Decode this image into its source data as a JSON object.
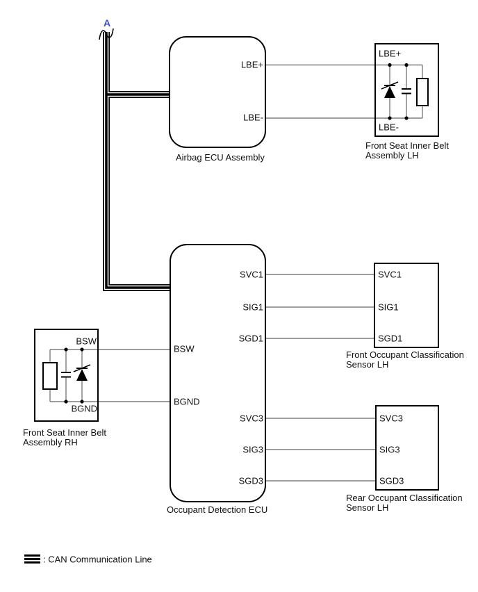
{
  "colors": {
    "outline": "#000000",
    "wire": "#7d7d7d",
    "connector_label": "#3b4fc0"
  },
  "connector": {
    "label": "A"
  },
  "airbag_ecu": {
    "caption": "Airbag ECU Assembly",
    "pin_lbe_plus": "LBE+",
    "pin_lbe_minus": "LBE-"
  },
  "occupant_ecu": {
    "caption": "Occupant Detection ECU",
    "pin_svc1": "SVC1",
    "pin_sig1": "SIG1",
    "pin_sgd1": "SGD1",
    "pin_bsw": "BSW",
    "pin_bgnd": "BGND",
    "pin_svc3": "SVC3",
    "pin_sig3": "SIG3",
    "pin_sgd3": "SGD3"
  },
  "lh_belt": {
    "caption_line1": "Front Seat Inner Belt",
    "caption_line2": "Assembly LH",
    "pin_top": "LBE+",
    "pin_bottom": "LBE-",
    "components": [
      "zener-diode",
      "capacitor",
      "resistor"
    ]
  },
  "rh_belt": {
    "caption_line1": "Front Seat Inner Belt",
    "caption_line2": "Assembly RH",
    "pin_top": "BSW",
    "pin_bottom": "BGND",
    "components": [
      "resistor",
      "capacitor",
      "zener-diode"
    ]
  },
  "front_sensor": {
    "caption_line1": "Front Occupant Classification",
    "caption_line2": "Sensor LH",
    "pin_svc": "SVC1",
    "pin_sig": "SIG1",
    "pin_sgd": "SGD1"
  },
  "rear_sensor": {
    "caption_line1": "Rear Occupant Classification",
    "caption_line2": "Sensor LH",
    "pin_svc": "SVC3",
    "pin_sig": "SIG3",
    "pin_sgd": "SGD3"
  },
  "legend": {
    "symbol": "can-communication-line",
    "label": ": CAN Communication Line"
  }
}
